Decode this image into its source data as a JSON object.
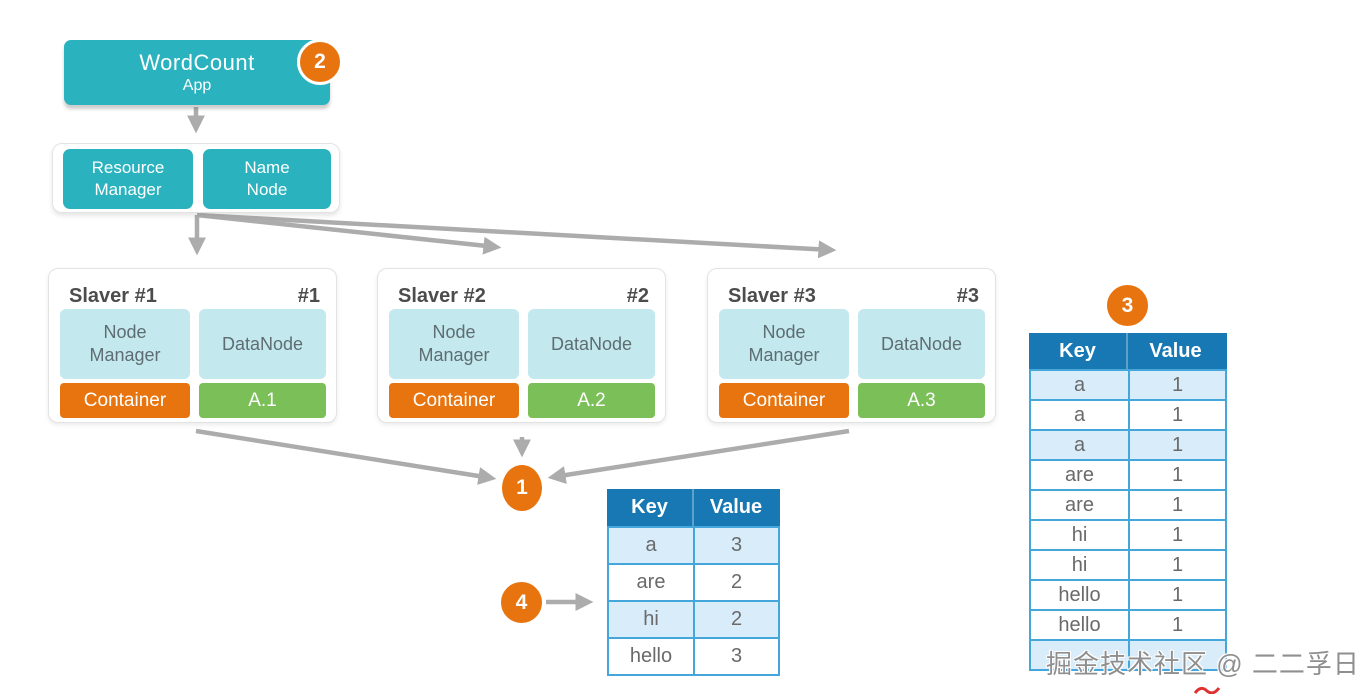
{
  "app": {
    "title": "WordCount",
    "subtitle": "App"
  },
  "badges": {
    "one": "1",
    "two": "2",
    "three": "3",
    "four": "4"
  },
  "master": {
    "resource_manager": "Resource\nManager",
    "name_node": "Name\nNode"
  },
  "slavers": [
    {
      "title": "Slaver #1",
      "corner": "#1",
      "node_manager": "Node\nManager",
      "datanode": "DataNode",
      "container": "Container",
      "block": "A.1"
    },
    {
      "title": "Slaver #2",
      "corner": "#2",
      "node_manager": "Node\nManager",
      "datanode": "DataNode",
      "container": "Container",
      "block": "A.2"
    },
    {
      "title": "Slaver #3",
      "corner": "#3",
      "node_manager": "Node\nManager",
      "datanode": "DataNode",
      "container": "Container",
      "block": "A.3"
    }
  ],
  "final_table": {
    "headers": {
      "key": "Key",
      "value": "Value"
    },
    "rows": [
      {
        "key": "a",
        "value": "3"
      },
      {
        "key": "are",
        "value": "2"
      },
      {
        "key": "hi",
        "value": "2"
      },
      {
        "key": "hello",
        "value": "3"
      }
    ]
  },
  "shuffle_table": {
    "headers": {
      "key": "Key",
      "value": "Value"
    },
    "rows": [
      {
        "key": "a",
        "value": "1"
      },
      {
        "key": "a",
        "value": "1"
      },
      {
        "key": "a",
        "value": "1"
      },
      {
        "key": "are",
        "value": "1"
      },
      {
        "key": "are",
        "value": "1"
      },
      {
        "key": "hi",
        "value": "1"
      },
      {
        "key": "hi",
        "value": "1"
      },
      {
        "key": "hello",
        "value": "1"
      },
      {
        "key": "hello",
        "value": "1"
      },
      {
        "key": "",
        "value": ""
      }
    ]
  },
  "watermark": "掘金技术社区 @ 二二孚日",
  "colors": {
    "teal": "#2AB3BF",
    "light_blue": "#C3E8EE",
    "orange": "#E8740F",
    "green": "#7ABF57",
    "arrow_gray": "#ACACAC",
    "table_header_blue": "#1778B3",
    "table_border_blue": "#45A6DC",
    "row_light_blue": "#D8ECF9",
    "card_border": "#E3E3E3",
    "title_gray": "#4C4C4C",
    "cell_text_gray": "#6A6A6A",
    "box_text_gray": "#5D6D72",
    "watermark_gray": "#8F8F8F",
    "red_mark": "#E03131"
  }
}
